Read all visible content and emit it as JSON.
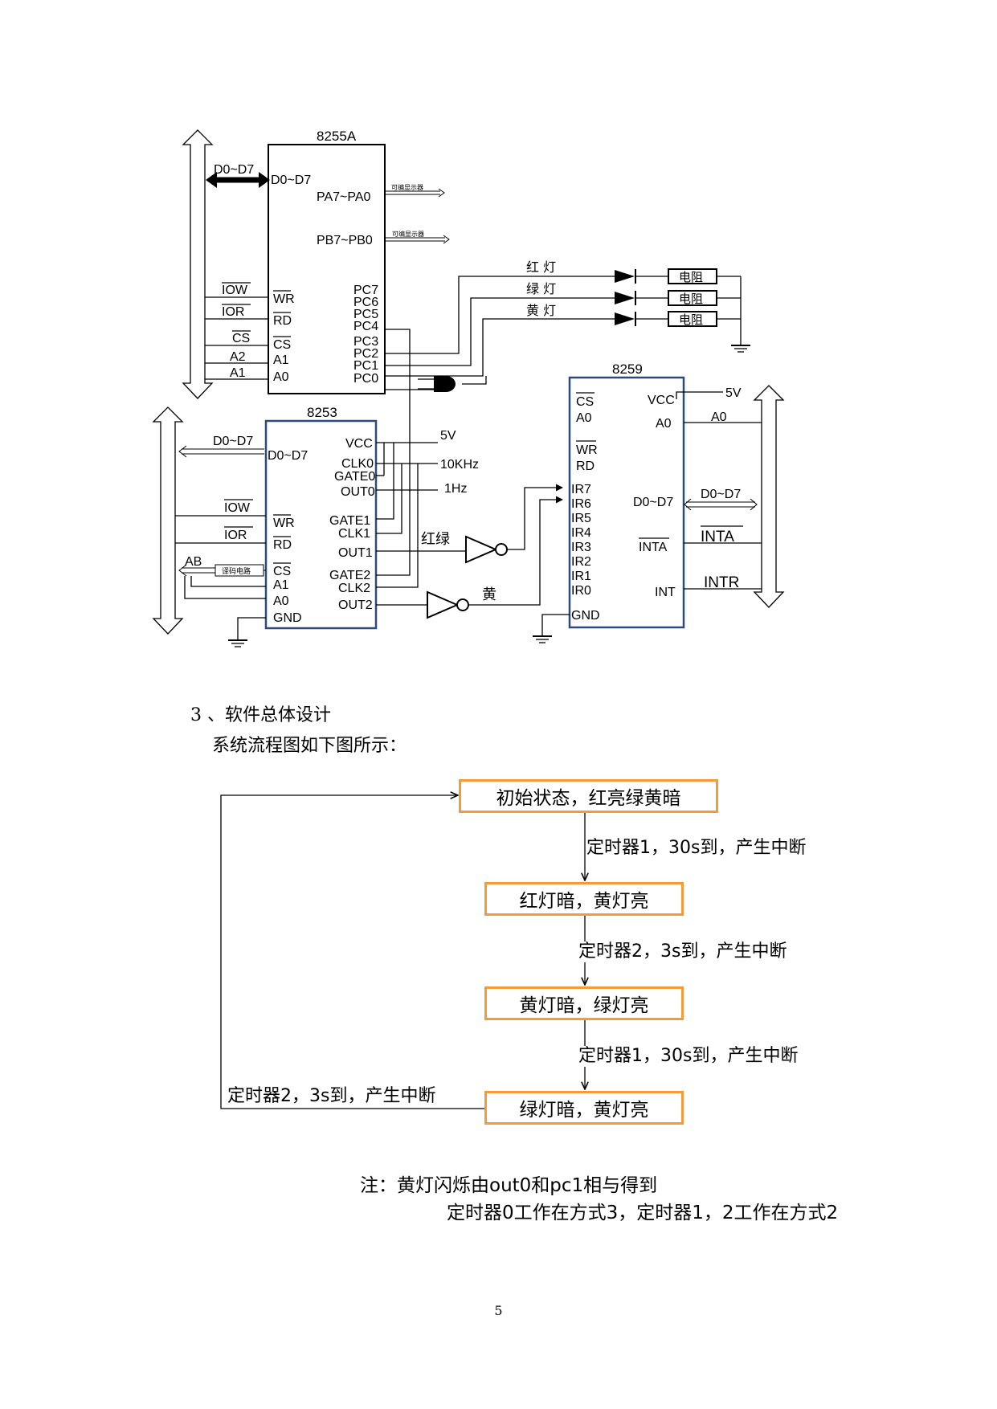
{
  "circuit": {
    "chip_8255": {
      "title": "8255A",
      "pins_left": [
        "D0~D7",
        "WR",
        "RD",
        "CS",
        "A1",
        "A0"
      ],
      "pins_right": [
        "PA7~PA0",
        "PB7~PB0",
        "PC7",
        "PC6",
        "PC5",
        "PC4",
        "PC3",
        "PC2",
        "PC1",
        "PC0"
      ],
      "pa_note": "可编显示器",
      "pb_note": "可编显示器"
    },
    "chip_8253": {
      "title": "8253",
      "pins_left": [
        "D0~D7",
        "WR",
        "RD",
        "CS",
        "A1",
        "A0",
        "GND"
      ],
      "pins_right": [
        "VCC",
        "CLK0",
        "GATE0",
        "OUT0",
        "GATE1",
        "CLK1",
        "OUT1",
        "GATE2",
        "CLK2",
        "OUT2"
      ]
    },
    "chip_8259": {
      "title": "8259",
      "pins_left": [
        "CS",
        "A0",
        "WR",
        "RD",
        "IR7",
        "IR6",
        "IR5",
        "IR4",
        "IR3",
        "IR2",
        "IR1",
        "IR0",
        "GND"
      ],
      "pins_right": [
        "VCC",
        "A0",
        "D0~D7",
        "INTA",
        "INT"
      ]
    },
    "bus_labels": {
      "d0d7_top": "D0~D7",
      "iow_top": "IOW",
      "ior_top": "IOR",
      "cs_top": "CS",
      "a2": "A2",
      "a1": "A1",
      "d0d7_mid": "D0~D7",
      "iow_mid": "IOW",
      "ior_mid": "IOR",
      "ab": "AB",
      "decoder": "译码电路"
    },
    "signals": {
      "v5": "5V",
      "khz": "10KHz",
      "hz": "1Hz",
      "redgreen": "红绿",
      "yellow": "黄",
      "v5_8259": "5V",
      "a0_8259": "A0",
      "d0d7_8259": "D0~D7",
      "inta_8259": "INTA",
      "intr_8259": "INTR"
    },
    "lamps": [
      {
        "label": "红  灯",
        "resistor": "电阻"
      },
      {
        "label": "绿  灯",
        "resistor": "电阻"
      },
      {
        "label": "黄  灯",
        "resistor": "电阻"
      }
    ]
  },
  "section": {
    "heading": "3 、软件总体设计",
    "intro": "系统流程图如下图所示："
  },
  "flow": {
    "boxes": [
      "初始状态，红亮绿黄暗",
      "红灯暗，黄灯亮",
      "黄灯暗，绿灯亮",
      "绿灯暗，黄灯亮"
    ],
    "transitions": [
      "定时器1，30s到，产生中断",
      "定时器2，3s到，产生中断",
      "定时器1，30s到，产生中断"
    ],
    "loop_label": "定时器2，3s到，产生中断"
  },
  "notes": {
    "line1": "注：黄灯闪烁由out0和pc1相与得到",
    "line2": "定时器0工作在方式3，定时器1，2工作在方式2"
  },
  "page_number": "5"
}
